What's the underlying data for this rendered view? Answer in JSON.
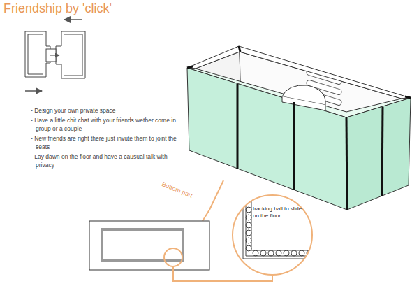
{
  "diagram": {
    "title": "Friendship by 'click'",
    "nodes": [
      {
        "text": [
          "tracking ball to slide on the floor"
        ]
      }
    ],
    "labels": [
      "- Design your own private space",
      "- Have a little chit chat with your friends wether come in group or a couple",
      "- New friends are right there just invute them to joint the seats",
      "- Lay dawn on the floor and have a causual talk with privacy",
      "Bottom part"
    ]
  }
}
